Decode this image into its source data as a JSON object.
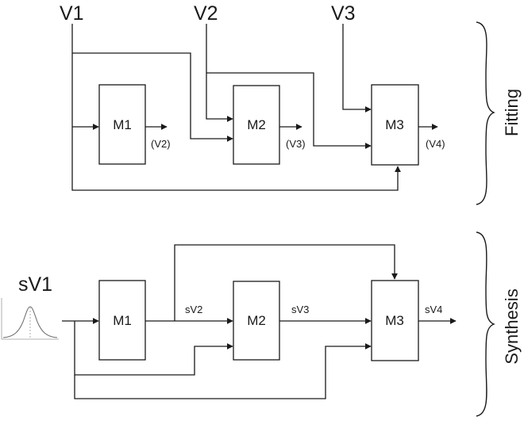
{
  "fitting": {
    "inputs": [
      "V1",
      "V2",
      "V3"
    ],
    "modules": [
      "M1",
      "M2",
      "M3"
    ],
    "outputs": [
      "(V2)",
      "(V3)",
      "(V4)"
    ],
    "section_label": "Fitting"
  },
  "synthesis": {
    "input": "sV1",
    "modules": [
      "M1",
      "M2",
      "M3"
    ],
    "signals": [
      "sV2",
      "sV3",
      "sV4"
    ],
    "section_label": "Synthesis"
  }
}
